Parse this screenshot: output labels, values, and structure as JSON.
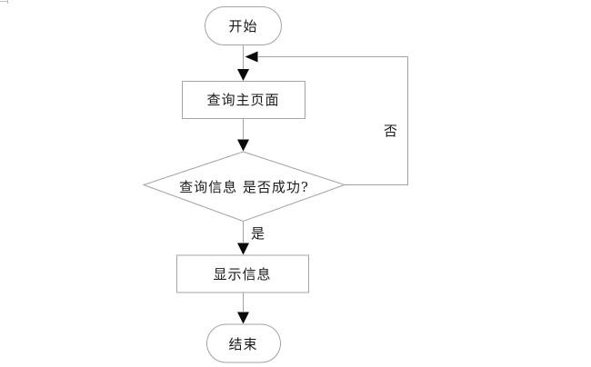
{
  "diagram": {
    "background": "#ffffff",
    "shape_stroke_color": "#a3a3a3",
    "arrowhead_color": "#0a0a0a",
    "text_color": "#1b1b1b",
    "nodes": [
      {
        "id": "start",
        "type": "terminator",
        "label": "开始"
      },
      {
        "id": "query-main-page",
        "type": "process",
        "label": "查询主页面"
      },
      {
        "id": "query-success",
        "type": "decision",
        "label": "查询信息 是否成功?"
      },
      {
        "id": "show-info",
        "type": "process",
        "label": "显示信息"
      },
      {
        "id": "end",
        "type": "terminator",
        "label": "结束"
      }
    ],
    "edge_labels": {
      "yes": "是",
      "no": "否"
    }
  }
}
